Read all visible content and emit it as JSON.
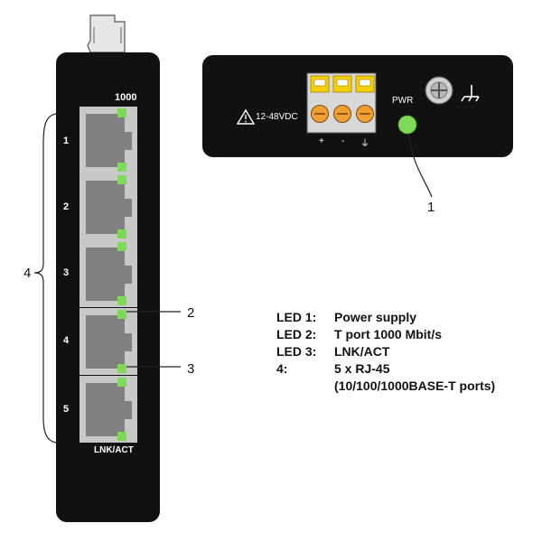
{
  "front_panel": {
    "label_1000": "1000",
    "label_lnk": "LNK/ACT",
    "port_numbers": [
      "1",
      "2",
      "3",
      "4",
      "5"
    ]
  },
  "top_panel": {
    "voltage": "12-48VDC",
    "pwr": "PWR",
    "terminal_labels": [
      "+",
      "-",
      "⏚"
    ],
    "ground_icon": "chassis-ground-icon"
  },
  "callouts": {
    "c1": "1",
    "c2": "2",
    "c3": "3",
    "c4": "4"
  },
  "legend": [
    {
      "key": "LED 1:",
      "value": "Power supply"
    },
    {
      "key": "LED 2:",
      "value": "T port 1000 Mbit/s"
    },
    {
      "key": "LED 3:",
      "value": "LNK/ACT"
    },
    {
      "key": "4:",
      "value": "5 x RJ-45"
    },
    {
      "key": "",
      "value": "(10/100/1000BASE-T ports)"
    }
  ],
  "colors": {
    "housing": "#111111",
    "port_frame": "#c8c8c8",
    "port_inner": "#808080",
    "led_green": "#7ed957",
    "terminal_yellow": "#f4d000",
    "terminal_orange": "#f0a030"
  }
}
